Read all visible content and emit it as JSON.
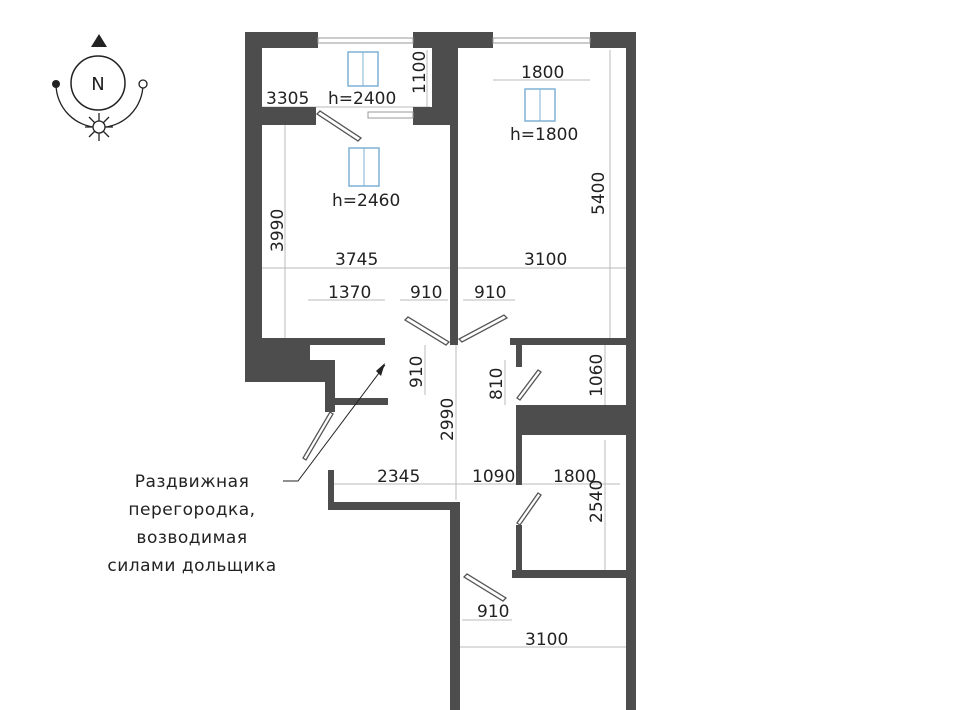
{
  "compass": {
    "label": "N"
  },
  "dimensions": {
    "loggia_length": "3305",
    "loggia_depth": "1100",
    "loggia_window_height": "h=2400",
    "bedroom1_window_height": "h=2460",
    "bedroom1_depth": "3990",
    "bedroom1_width": "3745",
    "bedroom2_window_width": "1800",
    "bedroom2_window_height": "h=1800",
    "bedroom2_depth": "5400",
    "bedroom2_width": "3100",
    "wardrobe_width": "1370",
    "door1_width": "910",
    "door2_width": "910",
    "entry_door_width": "910",
    "wc_door_width": "810",
    "wc_depth": "1060",
    "hall_length": "2990",
    "hall_width_left": "2345",
    "hall_width_mid": "1090",
    "bath_width": "1800",
    "bath_depth": "2540",
    "kitchen_door_width": "910",
    "kitchen_width": "3100"
  },
  "note": {
    "lines": [
      "Раздвижная",
      "перегородка,",
      "возводимая",
      "силами дольщика"
    ]
  },
  "colors": {
    "wall": "#4d4d4d",
    "window_icon": "#7fb1d6"
  }
}
